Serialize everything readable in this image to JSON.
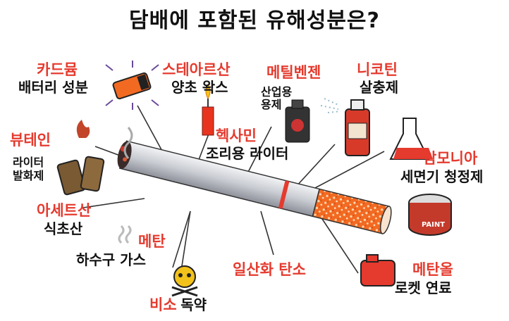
{
  "title": "담배에 포함된 유해성분은?",
  "components": {
    "cadmium": {
      "name": "카드뮴",
      "use": "배터리 성분"
    },
    "stearic": {
      "name": "스테아르산",
      "use": "양초 왁스"
    },
    "toluene": {
      "name": "메틸벤젠",
      "use_line1": "산업용",
      "use_line2": "용제"
    },
    "nicotine": {
      "name": "니코틴",
      "use": "살충제"
    },
    "butane": {
      "name": "뷰테인",
      "use_line1": "라이터",
      "use_line2": "발화제"
    },
    "hexamine": {
      "name": "헥사민",
      "use": "조리용 라이터"
    },
    "ammonia": {
      "name": "암모니아",
      "use": "세면기 청정제"
    },
    "acetic": {
      "name": "아세트산",
      "use": "식초산"
    },
    "methane": {
      "name": "메탄",
      "use": "하수구 가스"
    },
    "co": {
      "name": "일산화 탄소"
    },
    "methanol": {
      "name": "메탄올",
      "use": "로켓 연료"
    },
    "arsenic": {
      "name": "비소",
      "use": "독약"
    }
  },
  "colors": {
    "label_red": "#e53a2e",
    "filter_orange": "#f26a22",
    "cigarette_body": "#cfd2d8"
  },
  "icons": [
    "battery-icon",
    "candle-icon",
    "paint-can-icon",
    "spray-can-icon",
    "lighter-icon",
    "flask-icon",
    "paint-bucket-icon",
    "smoke-icon",
    "skull-crossbones-icon",
    "fuel-can-icon"
  ]
}
